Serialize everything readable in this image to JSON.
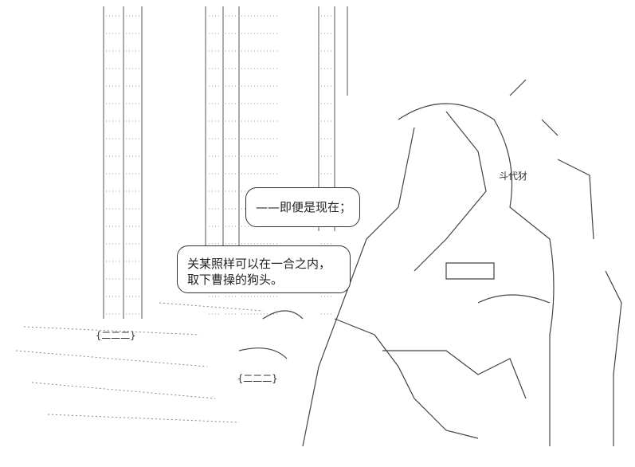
{
  "bubbles": [
    {
      "lines": [
        "——即便是现在；"
      ]
    },
    {
      "lines": [
        "关某照样可以在一合之内，",
        "取下曹操的狗头。"
      ]
    }
  ],
  "labels": {
    "brace_left": "{二二二}",
    "brace_bottom": "{二二二}",
    "side_text": "斗代犲"
  },
  "colors": {
    "ink": "#333333",
    "dots": "#9a9a9a"
  }
}
